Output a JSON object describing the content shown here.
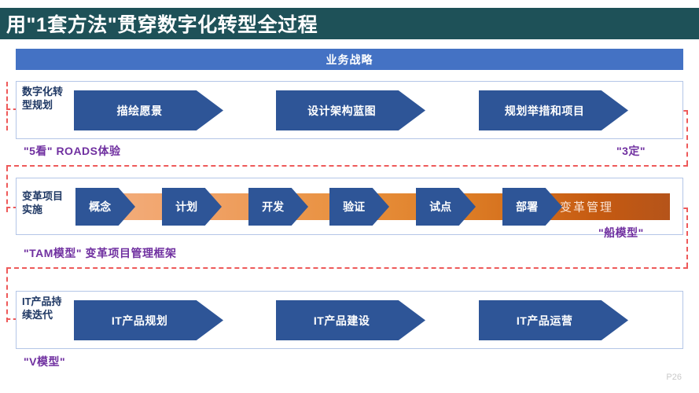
{
  "header": {
    "title": "用\"1套方法\"贯穿数字化转型全过程",
    "bg_color": "#1e5158"
  },
  "strategy_bar": {
    "label": "业务战略",
    "color": "#4472c4"
  },
  "sections": [
    {
      "id": "planning",
      "label": "数字化转型规划",
      "steps": [
        "描绘愿景",
        "设计架构蓝图",
        "规划举措和项目"
      ],
      "notes_left": "\"5看\" ROADS体验",
      "notes_right": "\"3定\""
    },
    {
      "id": "change",
      "label": "变革项目实施",
      "steps": [
        "概念",
        "计划",
        "开发",
        "验证",
        "试点",
        "部署"
      ],
      "band_label": "变革管理",
      "notes_left": "\"TAM模型\" 变革项目管理框架",
      "notes_right": "\"船模型\""
    },
    {
      "id": "it-product",
      "label": "IT产品持续迭代",
      "steps": [
        "IT产品规划",
        "IT产品建设",
        "IT产品运营"
      ],
      "notes_left": "\"V模型\"",
      "notes_right": ""
    }
  ],
  "colors": {
    "header_teal": "#1e5158",
    "strategy_blue": "#4472c4",
    "chevron_blue": "#2e5597",
    "band_orange_light": "#f4b183",
    "band_orange_dark": "#b5541a",
    "note_purple": "#7030a0",
    "dashed_red": "#ee5a5a",
    "panel_border": "#b4c6e7"
  },
  "footer": {
    "page_number": "P26"
  }
}
